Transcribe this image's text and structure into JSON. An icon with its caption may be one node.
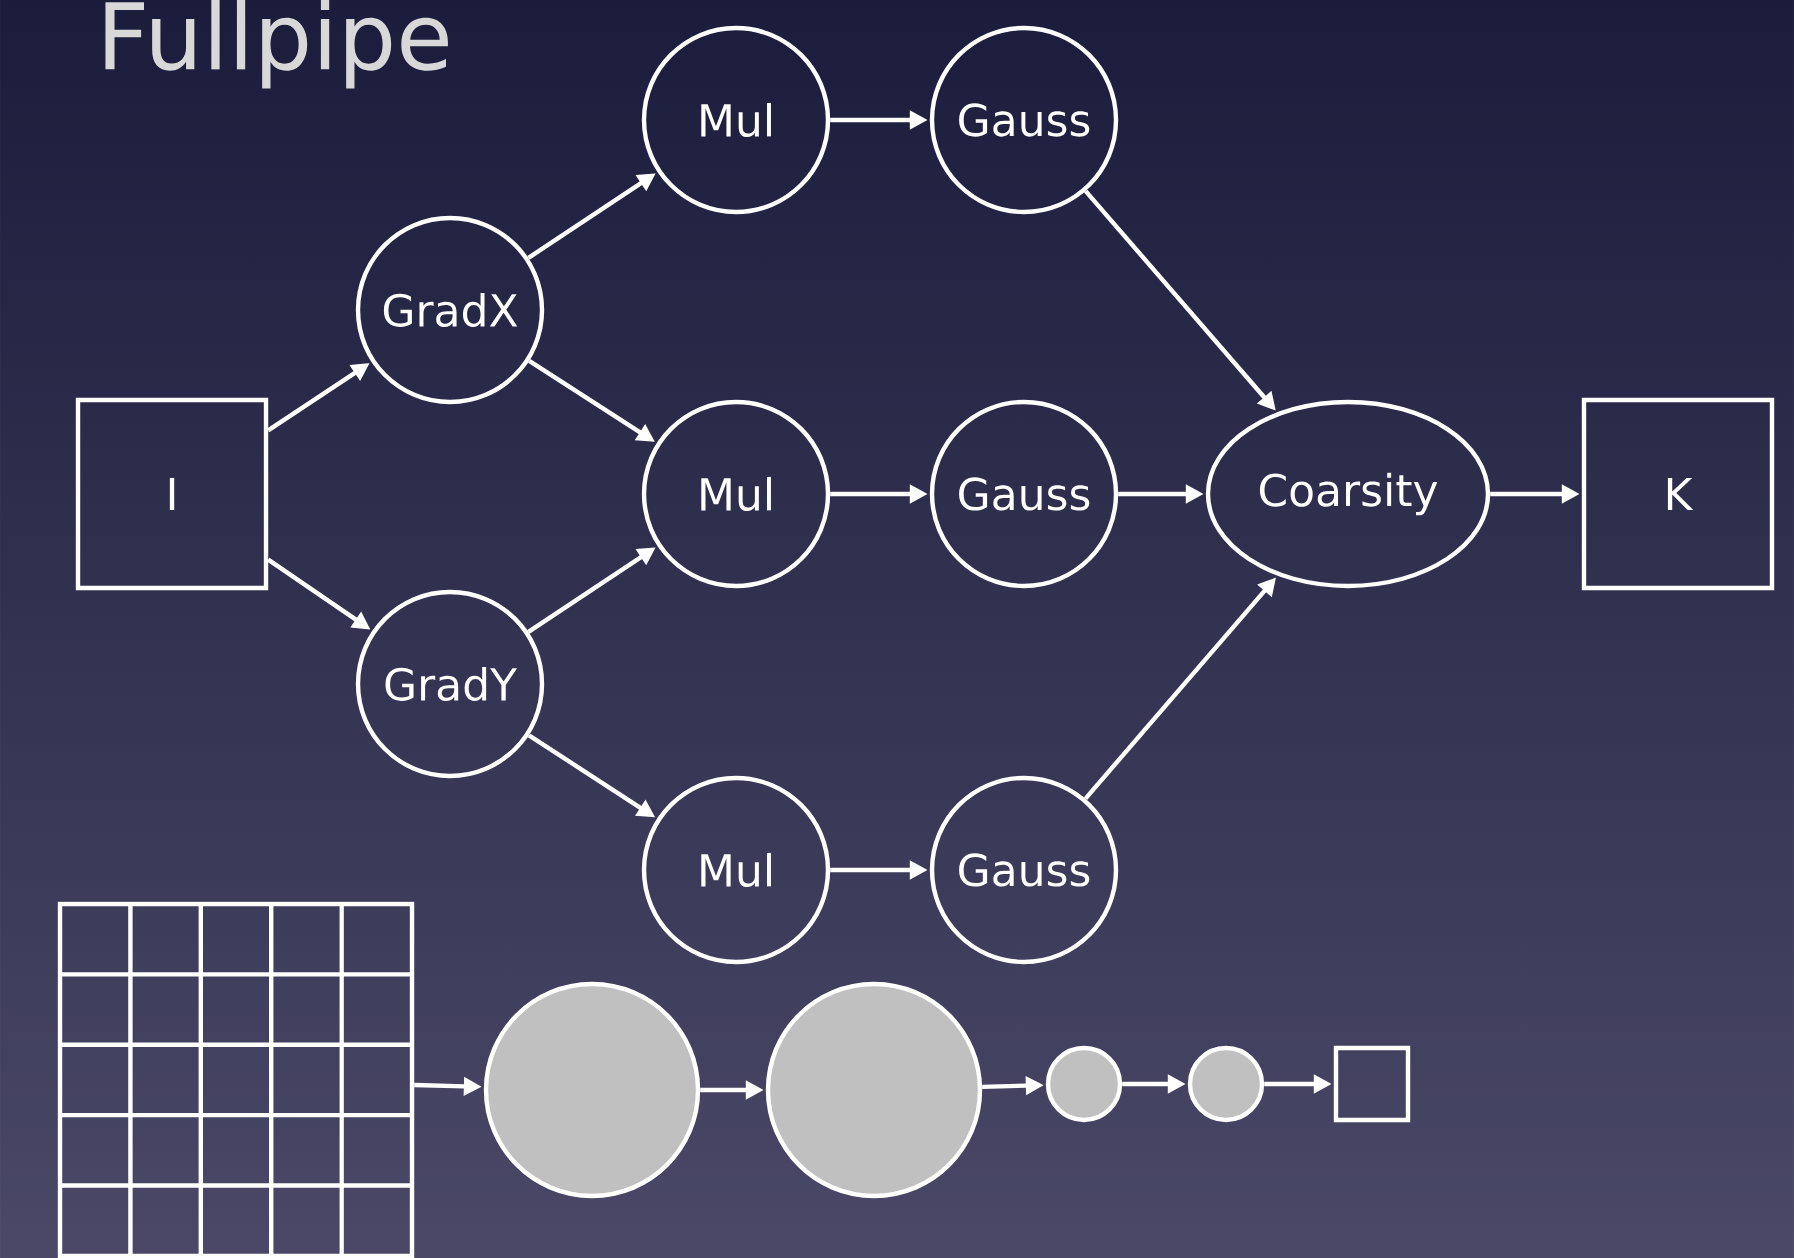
{
  "diagram": {
    "title": "Fullpipe",
    "nodes": [
      {
        "text": [
          "I"
        ]
      },
      {
        "text": [
          "GradX"
        ]
      },
      {
        "text": [
          "GradY"
        ]
      },
      {
        "text": [
          "Mul"
        ]
      },
      {
        "text": [
          "Gauss"
        ]
      },
      {
        "text": [
          "Mul"
        ]
      },
      {
        "text": [
          "Gauss"
        ]
      },
      {
        "text": [
          "Mul"
        ]
      },
      {
        "text": [
          "Gauss"
        ]
      },
      {
        "text": [
          "Coarsity"
        ]
      },
      {
        "text": [
          "K"
        ]
      },
      {
        "text": [],
        "shape": "grid"
      },
      {
        "text": [],
        "shape": "circle"
      },
      {
        "text": [],
        "shape": "circle"
      },
      {
        "text": [],
        "shape": "circle"
      },
      {
        "text": [],
        "shape": "circle"
      },
      {
        "text": [],
        "shape": "box"
      }
    ],
    "edges": [
      {
        "from": 0,
        "to": 1,
        "arrow": "to"
      },
      {
        "from": 0,
        "to": 2,
        "arrow": "to"
      },
      {
        "from": 1,
        "to": 3,
        "arrow": "to"
      },
      {
        "from": 1,
        "to": 5,
        "arrow": "to"
      },
      {
        "from": 2,
        "to": 5,
        "arrow": "to"
      },
      {
        "from": 2,
        "to": 7,
        "arrow": "to"
      },
      {
        "from": 3,
        "to": 4,
        "arrow": "to"
      },
      {
        "from": 5,
        "to": 6,
        "arrow": "to"
      },
      {
        "from": 7,
        "to": 8,
        "arrow": "to"
      },
      {
        "from": 4,
        "to": 9,
        "arrow": "to"
      },
      {
        "from": 6,
        "to": 9,
        "arrow": "to"
      },
      {
        "from": 8,
        "to": 9,
        "arrow": "to"
      },
      {
        "from": 9,
        "to": 10,
        "arrow": "to"
      },
      {
        "from": 11,
        "to": 12,
        "arrow": "to"
      },
      {
        "from": 12,
        "to": 13,
        "arrow": "to"
      },
      {
        "from": 13,
        "to": 14,
        "arrow": "to"
      },
      {
        "from": 14,
        "to": 15,
        "arrow": "to"
      },
      {
        "from": 15,
        "to": 16,
        "arrow": "to"
      }
    ]
  }
}
